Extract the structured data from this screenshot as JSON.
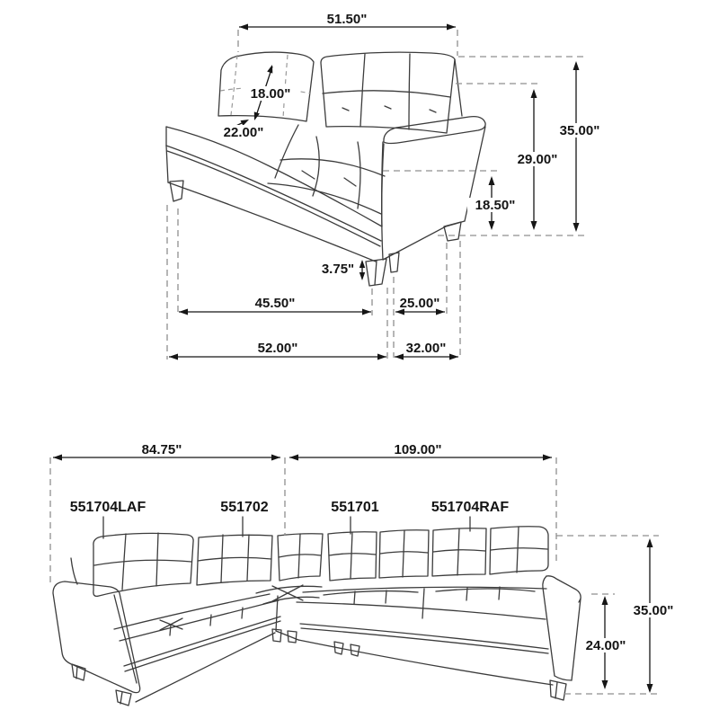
{
  "loveseat": {
    "dims": {
      "top_width": "51.50\"",
      "back_cushion_height": "18.00\"",
      "seat_depth": "22.00\"",
      "overall_height": "35.00\"",
      "back_height": "29.00\"",
      "seat_height": "18.50\"",
      "leg_height": "3.75\"",
      "interior_width": "45.50\"",
      "arm_section_depth": "25.00\"",
      "overall_width": "52.00\"",
      "overall_depth": "32.00\""
    }
  },
  "sectional": {
    "dims": {
      "left_width": "84.75\"",
      "right_width": "109.00\"",
      "overall_height": "35.00\"",
      "arm_height": "24.00\""
    },
    "parts": [
      {
        "sku": "551704LAF"
      },
      {
        "sku": "551702"
      },
      {
        "sku": "551701"
      },
      {
        "sku": "551704RAF"
      }
    ]
  }
}
